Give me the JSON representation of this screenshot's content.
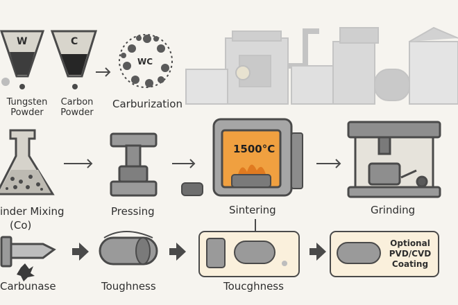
{
  "row1": {
    "funnel_w_letter": "W",
    "funnel_c_letter": "C",
    "tungsten_label_line1": "Tungsten",
    "tungsten_label_line2": "Powder",
    "carbon_label_line1": "Carbon",
    "carbon_label_line2": "Powder",
    "wc_cluster_text": "WC",
    "carburization_label": "Carburization"
  },
  "row2": {
    "binder_label_line1": "inder Mixing",
    "binder_label_line2": "(Co)",
    "pressing_label": "Pressing",
    "furnace_temperature": "1500°C",
    "sintering_label": "Sintering",
    "grinding_label": "Grinding"
  },
  "row3": {
    "carbide_label": "Carbunase",
    "toughness_label_1": "Toughness",
    "toughness_label_2": "Toucghness",
    "coating_text_line1": "Optional",
    "coating_text_line2": "PVD/CVD",
    "coating_text_line3": "Coating"
  },
  "colors": {
    "background": "#f6f4ef",
    "outline": "#4a4a4a",
    "metal_gray": "#8e8e8e",
    "furnace_glow": "#f0a040",
    "panel_fill": "#faf0dc"
  }
}
